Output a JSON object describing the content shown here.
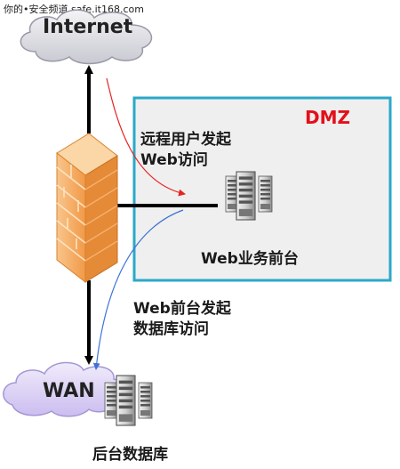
{
  "watermark": "你的•安全频道 safe.it168.com",
  "internet_cloud": {
    "label": "Internet"
  },
  "wan_cloud": {
    "label": "WAN"
  },
  "dmz": {
    "label": "DMZ",
    "border_color": "#2aa8c9",
    "label_color": "#e3101a"
  },
  "flows": {
    "remote_access": {
      "line1": "远程用户发起",
      "line2": "Web访问",
      "color": "#e52424"
    },
    "db_access": {
      "line1": "Web前台发起",
      "line2": "数据库访问",
      "color": "#3e73d6"
    }
  },
  "nodes": {
    "web_frontend": {
      "label": "Web业务前台"
    },
    "backend_db": {
      "label": "后台数据库"
    }
  }
}
